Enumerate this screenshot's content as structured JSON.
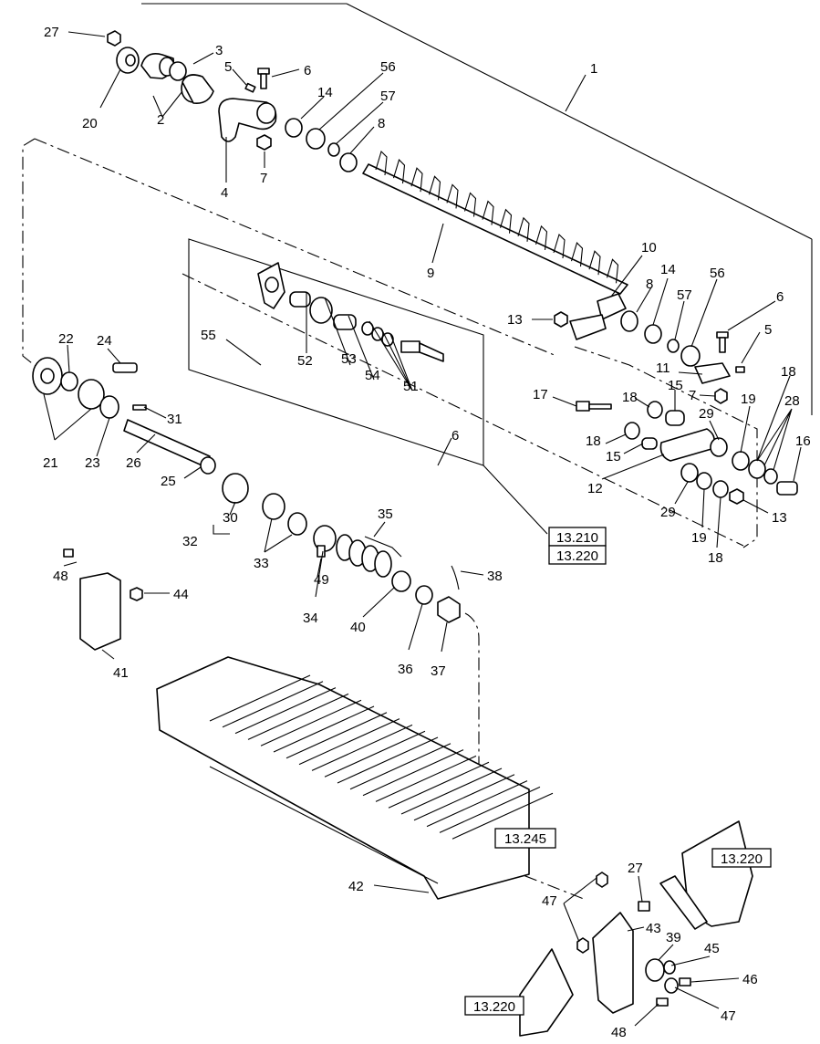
{
  "callouts": {
    "c1": "1",
    "c2": "2",
    "c3": "3",
    "c4": "4",
    "c5a": "5",
    "c5b": "5",
    "c6a": "6",
    "c6b": "6",
    "c6c": "6",
    "c7a": "7",
    "c7b": "7",
    "c8a": "8",
    "c8b": "8",
    "c9": "9",
    "c10": "10",
    "c11": "11",
    "c12": "12",
    "c13a": "13",
    "c13b": "13",
    "c14a": "14",
    "c14b": "14",
    "c15a": "15",
    "c15b": "15",
    "c16": "16",
    "c17": "17",
    "c18a": "18",
    "c18b": "18",
    "c18c": "18",
    "c18d": "18",
    "c19a": "19",
    "c19b": "19",
    "c20": "20",
    "c21": "21",
    "c22": "22",
    "c23": "23",
    "c24": "24",
    "c25": "25",
    "c26": "26",
    "c27a": "27",
    "c27b": "27",
    "c28": "28",
    "c29a": "29",
    "c29b": "29",
    "c30": "30",
    "c31": "31",
    "c32": "32",
    "c33": "33",
    "c34": "34",
    "c35": "35",
    "c36": "36",
    "c37": "37",
    "c38": "38",
    "c39": "39",
    "c40": "40",
    "c41": "41",
    "c42": "42",
    "c43": "43",
    "c44": "44",
    "c45": "45",
    "c46": "46",
    "c47a": "47",
    "c47b": "47",
    "c48a": "48",
    "c48b": "48",
    "c49": "49",
    "c51": "51",
    "c52": "52",
    "c53": "53",
    "c54": "54",
    "c55": "55",
    "c56a": "56",
    "c56b": "56",
    "c57a": "57",
    "c57b": "57"
  },
  "refs": {
    "r1": "13.210",
    "r2": "13.220",
    "r3": "13.245",
    "r4": "13.220",
    "r5": "13.220"
  }
}
